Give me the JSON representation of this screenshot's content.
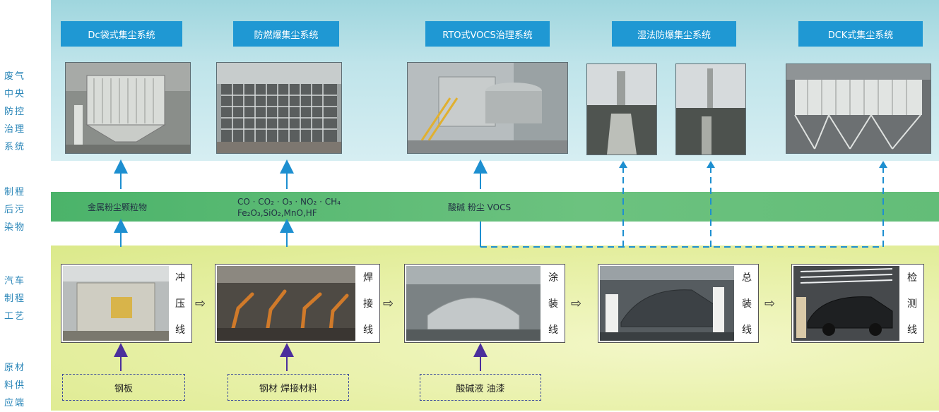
{
  "side_labels": [
    "废气中央防控治理系统",
    "制程后污染物",
    "汽车制程工艺",
    "原材料供应端"
  ],
  "systems": [
    {
      "title": "Dc袋式集尘系统"
    },
    {
      "title": "防燃爆集尘系统"
    },
    {
      "title": "RTO式VOCS治理系统"
    },
    {
      "title": "湿法防爆集尘系统"
    },
    {
      "title": "DCK式集尘系统"
    }
  ],
  "pollutants": {
    "p1": "金属粉尘颗粒物",
    "p2_line1": "CO · CO₂ · O₃ · NO₂ · CH₄",
    "p2_line2": "Fe₂O₃,SiO₂,MnO,HF",
    "p3": "酸碱 粉尘 VOCS"
  },
  "processes": [
    {
      "label": [
        "冲",
        "压",
        "线"
      ]
    },
    {
      "label": [
        "焊",
        "接",
        "线"
      ]
    },
    {
      "label": [
        "涂",
        "装",
        "线"
      ]
    },
    {
      "label": [
        "总",
        "装",
        "线"
      ]
    },
    {
      "label": [
        "检",
        "测",
        "线"
      ]
    }
  ],
  "process_arrow": "⇨",
  "raw_materials": [
    "钢板",
    "钢材 焊接材料",
    "酸碱液 油漆"
  ],
  "colors": {
    "title_blue": "#1f98d3",
    "arrow_blue": "#1d8fd0",
    "arrow_purple": "#4b2f9c",
    "side_text": "#2a86b8"
  }
}
